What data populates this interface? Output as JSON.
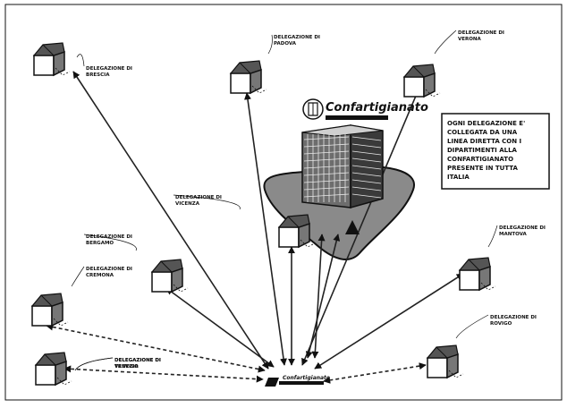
{
  "logo": {
    "name": "Confartigianato",
    "subtitle": "",
    "icon": "emblem-icon"
  },
  "info_box": {
    "lines": [
      "OGNI DELEGAZIONE E'",
      "COLLEGATA DA UNA",
      "LINEA DIRETTA CON I",
      "DIPARTIMENTI ALLA",
      "CONFARTIGIANATO",
      "PRESENTE IN TUTTA",
      "ITALIA"
    ]
  },
  "delegations": [
    {
      "id": "d1",
      "label": [
        "DELEGAZIONE DI",
        "BRESCIA"
      ],
      "icon": "house-icon"
    },
    {
      "id": "d2",
      "label": [
        "DELEGAZIONE DI",
        "VERONA"
      ],
      "icon": "house-icon"
    },
    {
      "id": "d3",
      "label": [
        "DELEGAZIONE DI",
        "PADOVA"
      ],
      "icon": "house-icon"
    },
    {
      "id": "d4",
      "label": [
        "DELEGAZIONE DI",
        "VICENZA"
      ],
      "icon": "house-icon"
    },
    {
      "id": "d5",
      "label": [
        "DELEGAZIONE DI",
        "MANTOVA"
      ],
      "icon": "house-icon"
    },
    {
      "id": "d6",
      "label": [
        "DELEGAZIONE DI",
        "BERGAMO"
      ],
      "icon": "house-icon"
    },
    {
      "id": "d7",
      "label": [
        "DELEGAZIONE DI",
        "CREMONA"
      ],
      "icon": "house-icon"
    },
    {
      "id": "d8",
      "label": [
        "DELEGAZIONE DI",
        "TREVISO"
      ],
      "icon": "house-icon"
    },
    {
      "id": "d9",
      "label": [
        "DELEGAZIONE DI",
        "ROVIGO"
      ],
      "icon": "house-icon"
    },
    {
      "id": "d10",
      "label": [
        "DELEGAZIONE DI",
        "VENEZIA"
      ],
      "icon": "house-icon"
    }
  ],
  "hub": {
    "label": "Confartigianato",
    "icon": "hub-logo-icon"
  },
  "headquarters": {
    "icon": "building-icon"
  }
}
